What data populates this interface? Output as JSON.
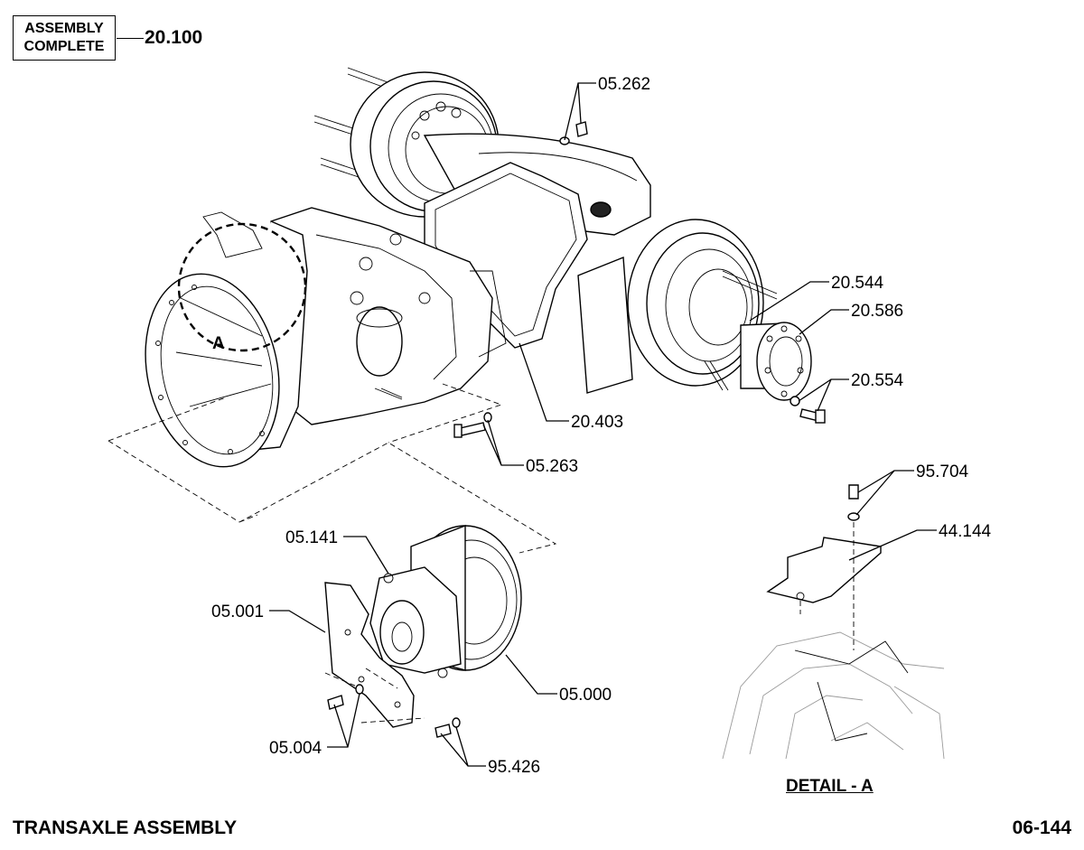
{
  "header": {
    "assembly_line1": "ASSEMBLY",
    "assembly_line2": "COMPLETE",
    "assembly_ref": "20.100"
  },
  "callouts": {
    "c05262": "05.262",
    "c20544": "20.544",
    "c20586": "20.586",
    "c20554": "20.554",
    "c20403": "20.403",
    "c05263": "05.263",
    "c95704": "95.704",
    "c44144": "44.144",
    "c05141": "05.141",
    "c05001": "05.001",
    "c05000": "05.000",
    "c05004": "05.004",
    "c95426": "95.426",
    "detail_marker": "A"
  },
  "detail_title": "DETAIL - A",
  "footer": {
    "title": "TRANSAXLE ASSEMBLY",
    "page": "06-144"
  }
}
